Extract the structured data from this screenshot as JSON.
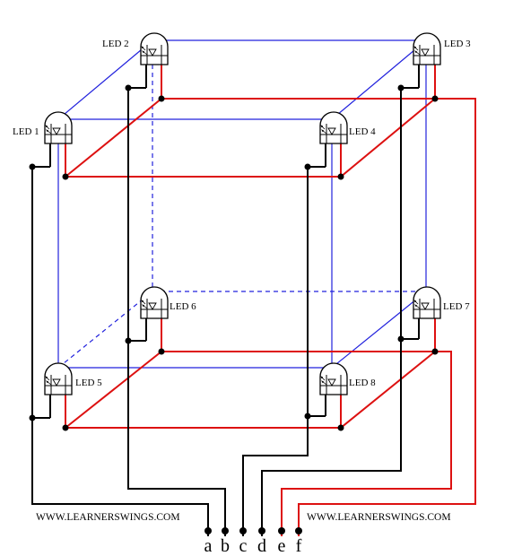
{
  "leds": [
    {
      "id": "led-1",
      "label": "LED 1"
    },
    {
      "id": "led-2",
      "label": "LED 2"
    },
    {
      "id": "led-3",
      "label": "LED 3"
    },
    {
      "id": "led-4",
      "label": "LED 4"
    },
    {
      "id": "led-5",
      "label": "LED 5"
    },
    {
      "id": "led-6",
      "label": "LED 6"
    },
    {
      "id": "led-7",
      "label": "LED 7"
    },
    {
      "id": "led-8",
      "label": "LED 8"
    }
  ],
  "website": {
    "left": "WWW.LEARNERSWINGS.COM",
    "right": "WWW.LEARNERSWINGS.COM"
  },
  "terminals": [
    "a",
    "b",
    "c",
    "d",
    "e",
    "f"
  ],
  "colors": {
    "cube_edge": "#2222dd",
    "anode_wire": "#dd1111",
    "cathode_wire": "#000000"
  }
}
